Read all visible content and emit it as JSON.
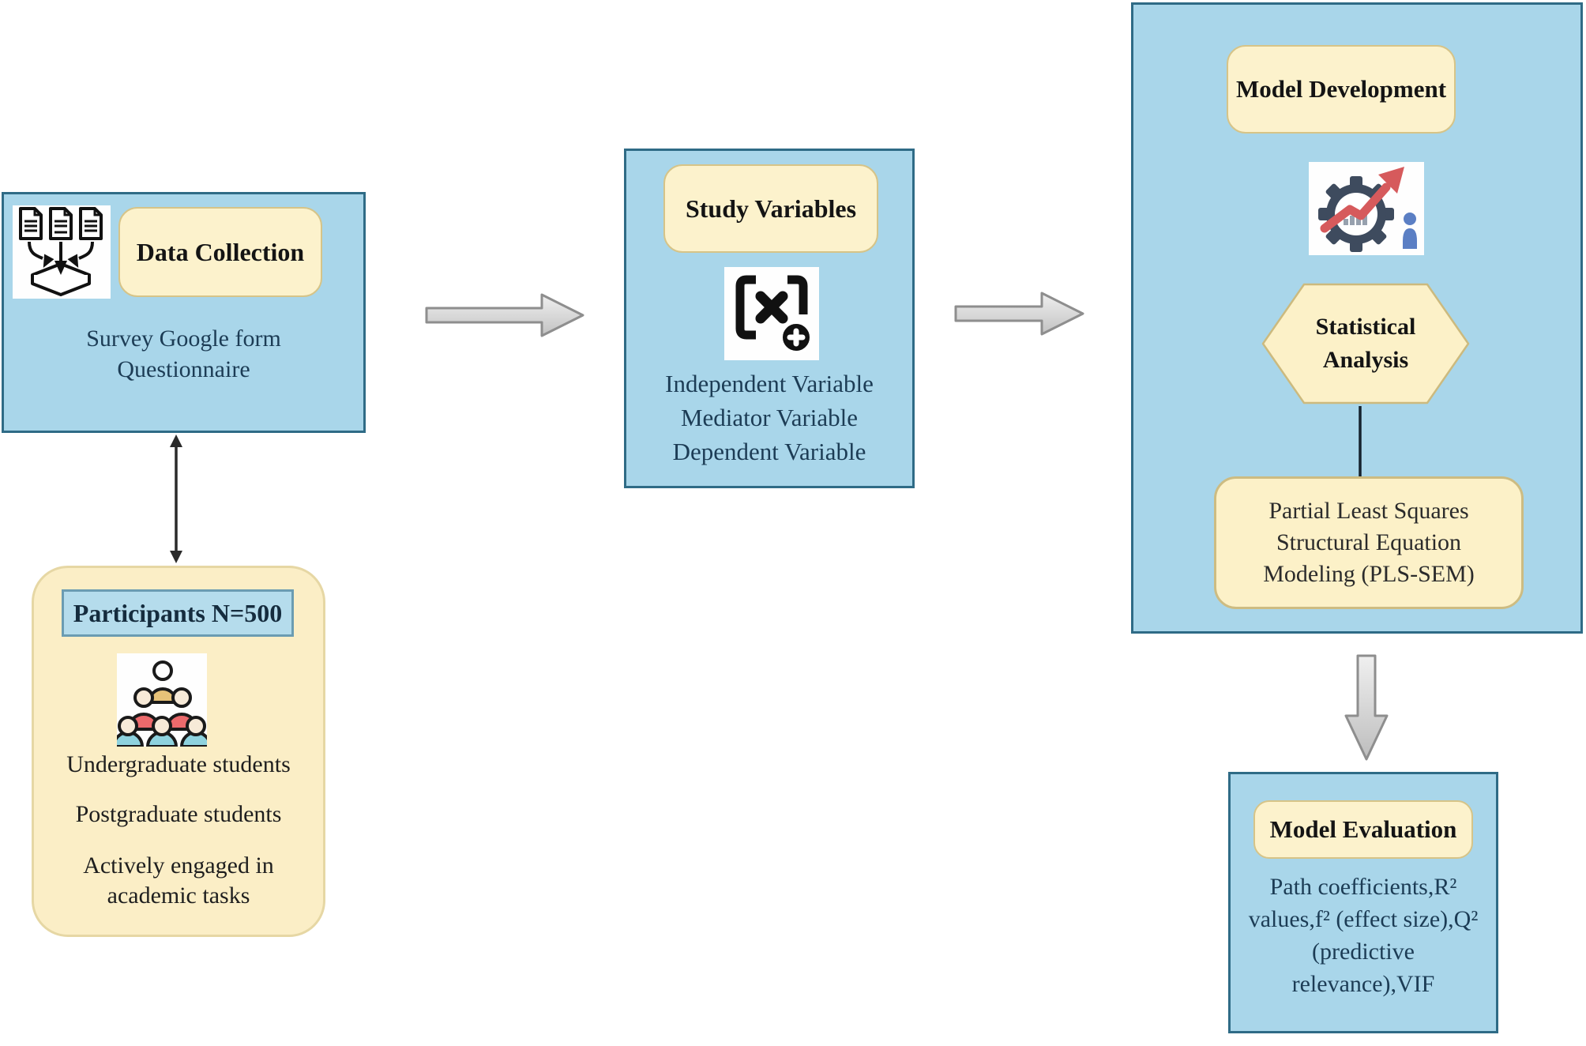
{
  "colors": {
    "node_fill": "#a9d6ea",
    "node_border": "#2f6b86",
    "label_fill": "#fcf2cc",
    "label_border": "#d6c488",
    "participants_fill": "#fbeec6",
    "participants_border": "#e6d7a4",
    "participants_label_fill": "#b5dcec",
    "participants_label_border": "#6b9cb2",
    "block_arrow_fill": "#d9d9d9",
    "block_arrow_stroke": "#8e8e8e",
    "body_text": "#1c3c55",
    "label_text": "#141414",
    "gear_dark": "#3e4b5e",
    "arrow_red": "#d65a5c",
    "person_blue": "#5b7fc4"
  },
  "icons": {
    "data_collection": "documents-merge-icon",
    "participants": "people-pyramid-icon",
    "study_variables": "variables-icon",
    "model_development": "gear-analytics-icon"
  },
  "nodes": {
    "data_collection": {
      "label": "Data Collection",
      "body_lines": [
        "Survey Google form",
        "Questionnaire"
      ]
    },
    "participants": {
      "label": "Participants N=500",
      "items": [
        "Undergraduate students",
        "Postgraduate students",
        "Actively engaged in academic tasks"
      ]
    },
    "study_variables": {
      "label": "Study Variables",
      "body_lines": [
        "Independent Variable",
        "Mediator Variable",
        "Dependent Variable"
      ]
    },
    "model_development": {
      "label": "Model Development",
      "hexagon_lines": [
        "Statistical",
        "Analysis"
      ],
      "pls_lines": [
        "Partial Least Squares",
        "Structural Equation",
        "Modeling (PLS-SEM)"
      ]
    },
    "model_evaluation": {
      "label": "Model Evaluation",
      "body_lines": [
        "Path coefficients,R²",
        "values,f² (effect size),Q²",
        "(predictive",
        "relevance),VIF"
      ]
    }
  }
}
